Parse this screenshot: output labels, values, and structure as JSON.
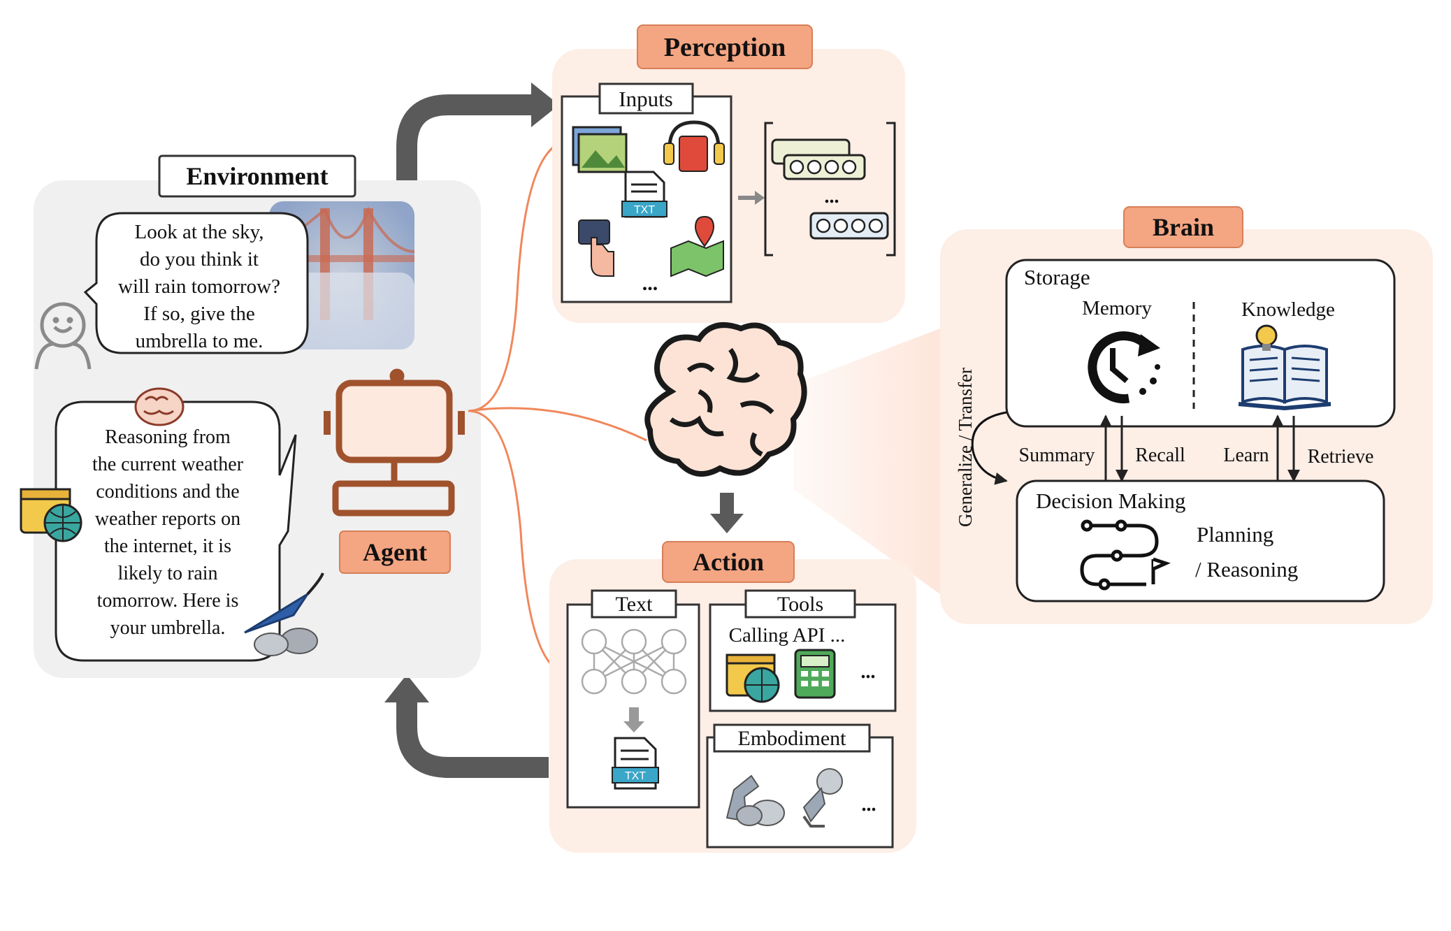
{
  "environment": {
    "title": "Environment",
    "user_bubble": [
      "Look at the sky,",
      "do you think it",
      "will rain tomorrow?",
      "If so, give the",
      "umbrella to me."
    ],
    "agent_bubble": [
      "Reasoning from",
      "the current weather",
      "conditions and the",
      "weather reports on",
      "the internet, it is",
      "likely to rain",
      "tomorrow. Here is",
      "your umbrella."
    ]
  },
  "agent": {
    "label": "Agent"
  },
  "perception": {
    "title": "Perception",
    "inputs_label": "Inputs",
    "ellipsis": "...",
    "token_ellipsis": "...",
    "txt_label": "TXT"
  },
  "brain": {
    "title": "Brain",
    "storage_label": "Storage",
    "memory_label": "Memory",
    "knowledge_label": "Knowledge",
    "summary_label": "Summary",
    "recall_label": "Recall",
    "learn_label": "Learn",
    "retrieve_label": "Retrieve",
    "generalize_label": "Generalize / Transfer",
    "decision_label": "Decision Making",
    "planning_line1": "Planning",
    "planning_line2": "/ Reasoning"
  },
  "action": {
    "title": "Action",
    "text_label": "Text",
    "txt_label": "TXT",
    "tools_label": "Tools",
    "calling_api": "Calling API ...",
    "tools_ellipsis": "...",
    "embodiment_label": "Embodiment",
    "embodiment_ellipsis": "..."
  },
  "colors": {
    "accent_orange": "#f4a582",
    "panel_peach": "#fdeee6",
    "env_gray": "#f0f0f0",
    "agent_brown": "#a0522d",
    "arrow_gray": "#555555"
  }
}
